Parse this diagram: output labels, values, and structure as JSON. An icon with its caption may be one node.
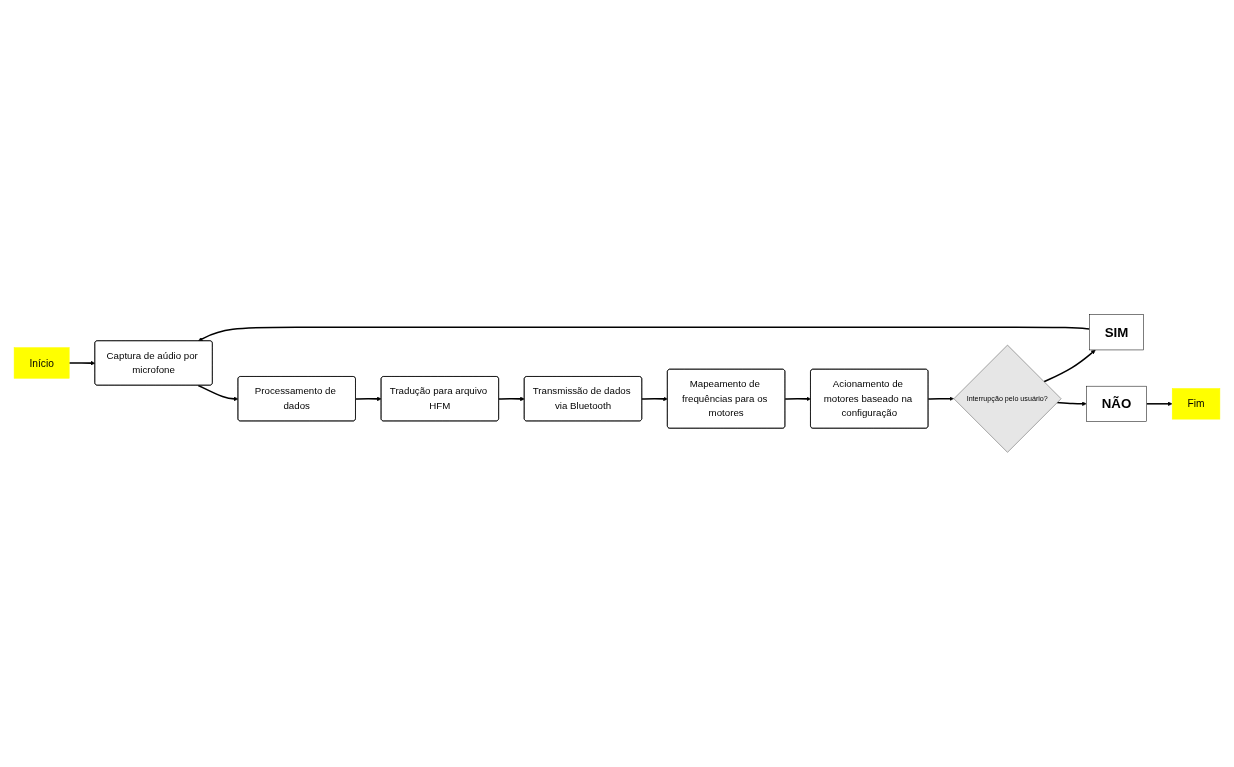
{
  "diagram": {
    "nodes": [
      {
        "text": [
          "Início"
        ]
      },
      {
        "text": [
          "SIM"
        ]
      },
      {
        "text": [
          "Captura de aúdio por microfone"
        ]
      },
      {
        "text": [
          "Processamento de dados"
        ]
      },
      {
        "text": [
          "Tradução para arquivo HFM"
        ]
      },
      {
        "text": [
          "Interrupção pelo usuário?"
        ]
      },
      {
        "text": [
          "Acionamento de motores baseado na configuração"
        ]
      },
      {
        "text": [
          "Mapeamento de frequências para os motores"
        ]
      },
      {
        "text": [
          "Transmissão de dados via Bluetooth"
        ]
      },
      {
        "text": [
          "NÃO"
        ]
      },
      {
        "text": [
          "Fim"
        ]
      }
    ],
    "edges": [
      {
        "from": 0,
        "to": 2,
        "arrow": "to"
      },
      {
        "from": 1,
        "to": 2,
        "arrow": "to"
      },
      {
        "from": 2,
        "to": 3,
        "arrow": "to"
      },
      {
        "from": 3,
        "to": 4,
        "arrow": "to"
      },
      {
        "from": 4,
        "to": 8,
        "arrow": "to"
      },
      {
        "from": 8,
        "to": 7,
        "arrow": "to"
      },
      {
        "from": 7,
        "to": 6,
        "arrow": "to"
      },
      {
        "from": 6,
        "to": 5,
        "arrow": "to"
      },
      {
        "from": 5,
        "to": 1,
        "arrow": "to"
      },
      {
        "from": 5,
        "to": 9,
        "arrow": "to"
      },
      {
        "from": 9,
        "to": 10,
        "arrow": "to"
      }
    ]
  }
}
